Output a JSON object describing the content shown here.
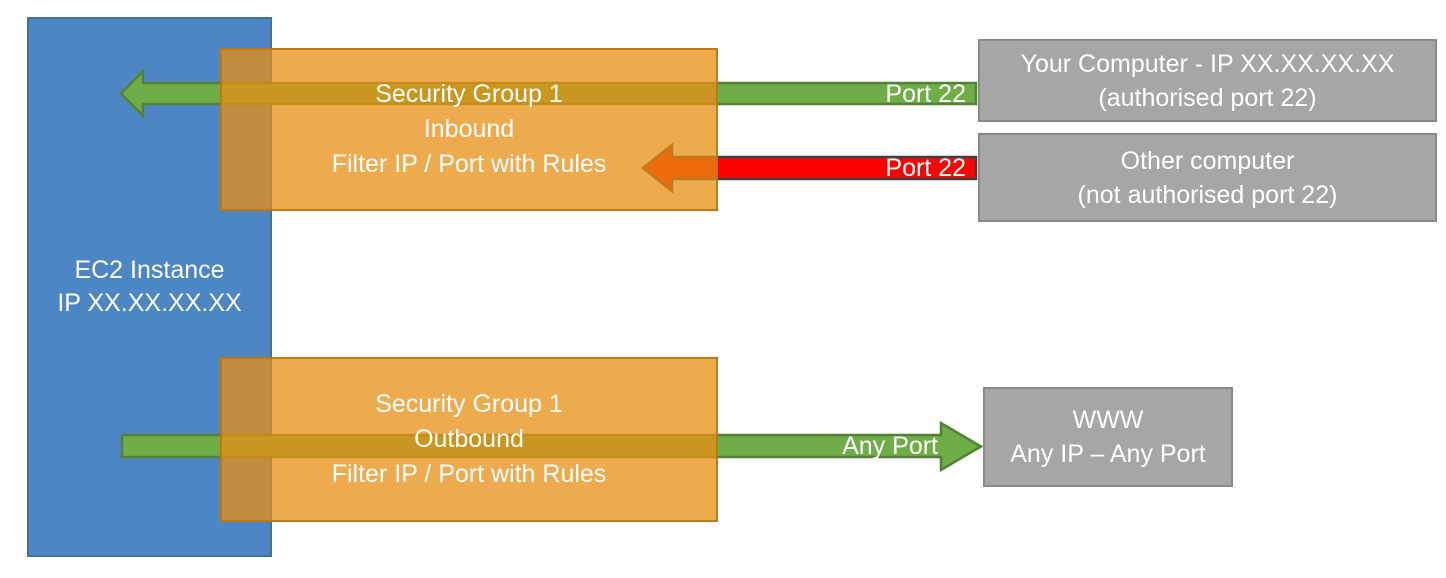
{
  "diagram": {
    "ec2": {
      "lines": [
        "EC2 Instance",
        "IP XX.XX.XX.XX"
      ]
    },
    "sg_inbound": {
      "lines": [
        "Security Group 1",
        "Inbound",
        "Filter IP / Port with Rules"
      ]
    },
    "sg_outbound": {
      "lines": [
        "Security Group 1",
        "Outbound",
        "Filter IP / Port with Rules"
      ]
    },
    "your_computer": {
      "lines": [
        "Your Computer - IP XX.XX.XX.XX",
        "(authorised port 22)"
      ]
    },
    "other_computer": {
      "lines": [
        "Other computer",
        "(not authorised port 22)"
      ]
    },
    "www": {
      "lines": [
        "WWW",
        "Any IP – Any Port"
      ]
    },
    "arrow_labels": {
      "inbound_allowed": "Port 22",
      "inbound_blocked": "Port 22",
      "outbound_allowed": "Any Port"
    },
    "colors": {
      "ec2_fill": "#4d86c4",
      "ec2_border": "#41719c",
      "sg_fill": "#e98f12",
      "sg_border": "#ba7610",
      "endpoint_fill": "#a6a6a6",
      "endpoint_border": "#898989",
      "allowed_fill": "#6fad47",
      "allowed_stroke": "#538135",
      "blocked_fill": "#fd0202",
      "blocked_stroke": "#404040",
      "text": "#ffffff"
    }
  }
}
